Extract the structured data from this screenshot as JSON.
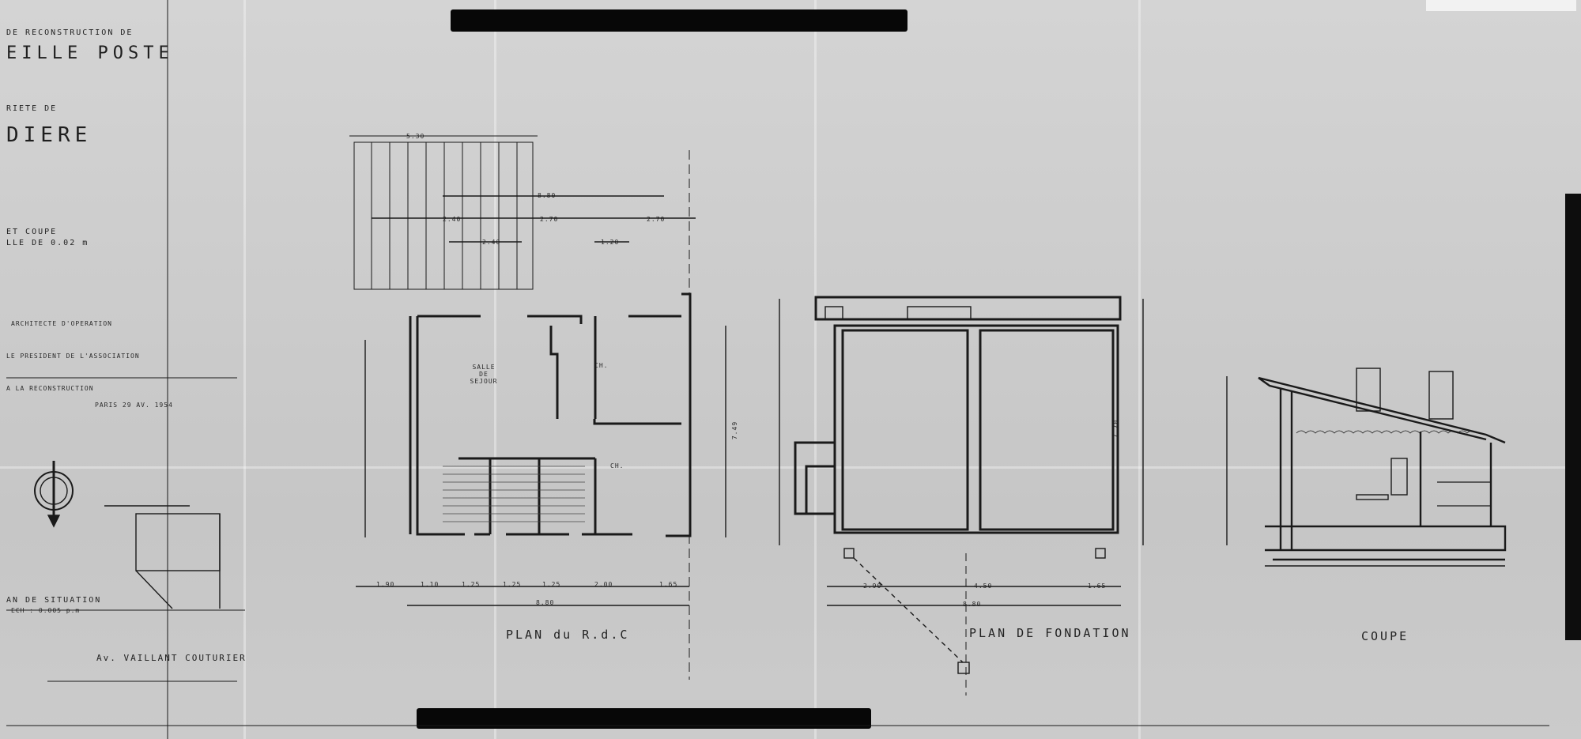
{
  "title_block": {
    "line1": "DE RECONSTRUCTION DE",
    "line2": "EILLE POSTE",
    "line3": "RIETE DE",
    "line4": "DIERE",
    "line5": "ET COUPE",
    "line6": "LLE DE 0.02 m",
    "architect": "ARCHITECTE D'OPERATION",
    "president": "LE PRESIDENT DE L'ASSOCIATION",
    "reconstruction": "A LA RECONSTRUCTION",
    "date": "PARIS 29 AV. 1954",
    "situation_title": "AN DE SITUATION",
    "situation_scale": "ECH : 0.005 p.m",
    "street": "Av. VAILLANT COUTURIER"
  },
  "drawings": {
    "plan_rdc": "PLAN du R.d.C",
    "plan_fondation": "PLAN DE FONDATION",
    "coupe": "COUPE"
  },
  "rooms": {
    "salle": "SALLE DE SEJOUR",
    "ch1": "CH.",
    "ch2": "CH."
  },
  "dimensions": {
    "overall": "8.80",
    "top": "5.30",
    "d1": "2.40",
    "d2": "2.70",
    "d3": "2.70",
    "d4": "2.40",
    "d5": "1.20",
    "bottom_total": "8.80",
    "b1": "1.90",
    "b2": "1.10",
    "b3": "1.25",
    "b4": "1.25",
    "b5": "1.25",
    "b6": "2.00",
    "b7": "1.65",
    "f1": "2.90",
    "f2": "4.50",
    "f3": "1.65",
    "f_total": "8.80",
    "h_side": "7.49",
    "h_found": "7.70"
  },
  "colors": {
    "ink": "#1a1a1a",
    "paper": "#cfcfcf",
    "redaction": "#070707"
  }
}
